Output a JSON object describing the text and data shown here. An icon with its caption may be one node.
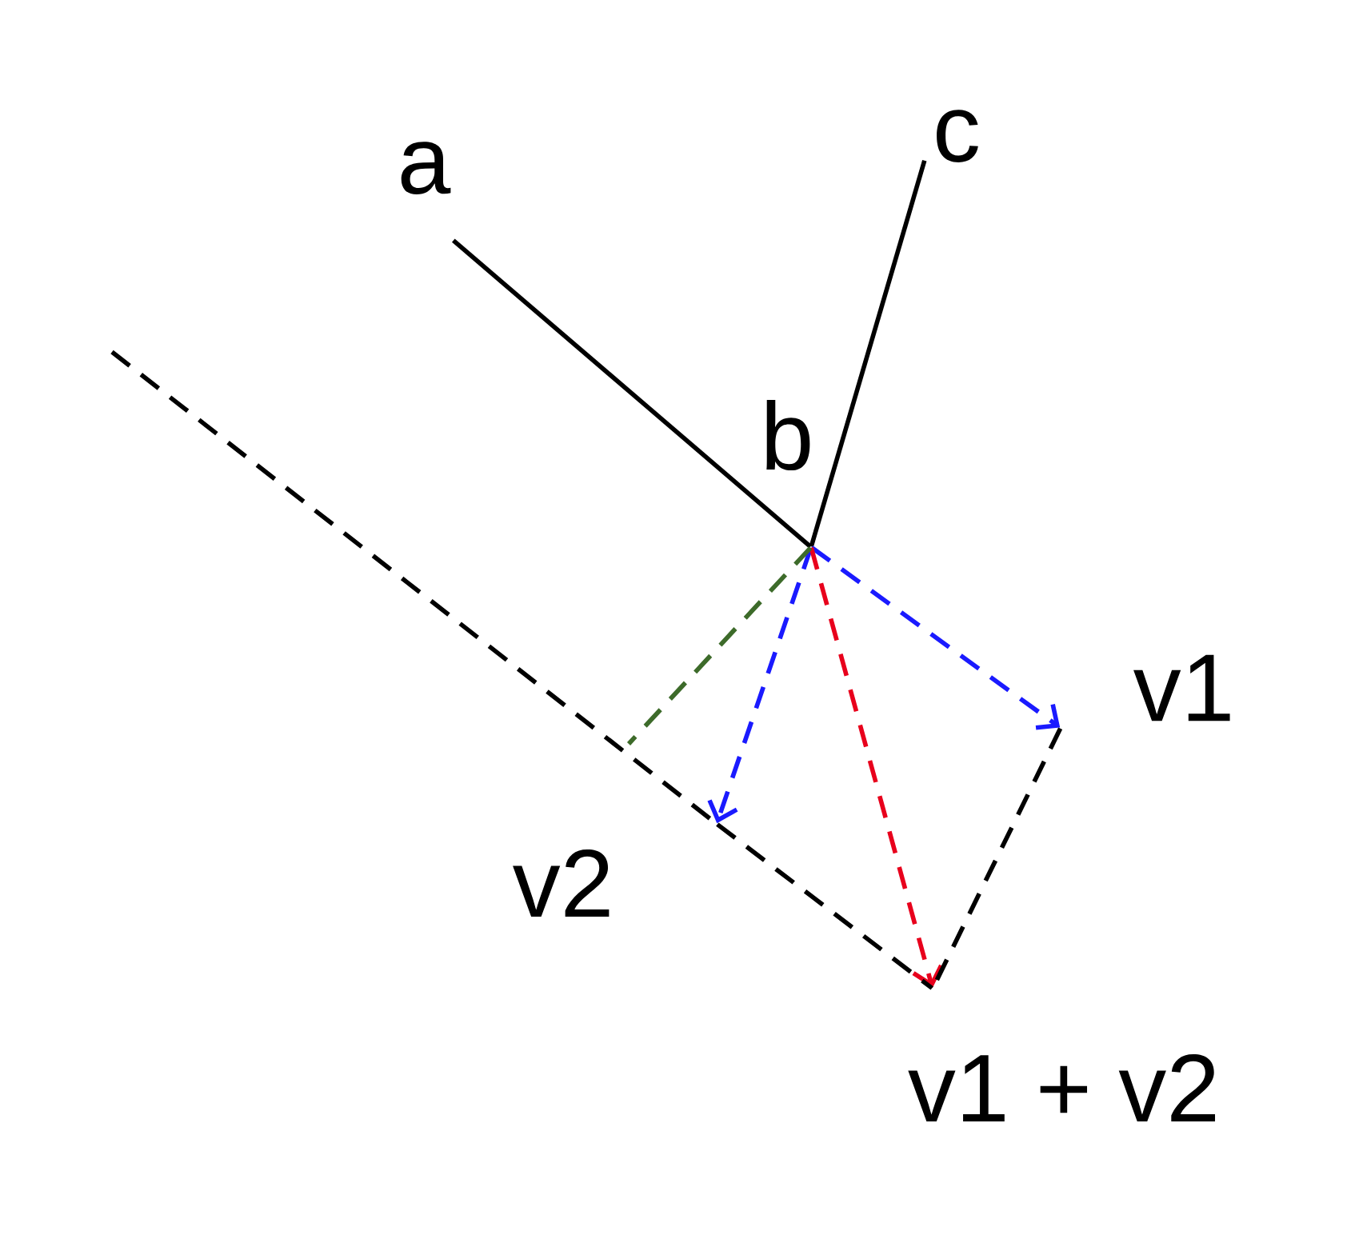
{
  "diagram": {
    "nodes": [
      {
        "text": [
          "a"
        ]
      },
      {
        "text": [
          "c"
        ]
      },
      {
        "text": [
          "b"
        ]
      },
      {
        "text": [
          "v1"
        ]
      },
      {
        "text": [
          "v2"
        ]
      },
      {
        "text": [
          "v1 + v2"
        ]
      }
    ],
    "edges": [
      {
        "from": 0,
        "to": 2,
        "arrow": "none"
      },
      {
        "from": 1,
        "to": 2,
        "arrow": "none"
      },
      {
        "from": 2,
        "to": 3,
        "arrow": "to",
        "style": "dashed",
        "color": "#1a1aff"
      },
      {
        "from": 2,
        "to": 4,
        "arrow": "to",
        "style": "dashed",
        "color": "#1a1aff"
      },
      {
        "from": 2,
        "to": 5,
        "arrow": "to",
        "style": "dashed",
        "color": "#e8001c"
      },
      {
        "from": 3,
        "to": 5,
        "arrow": "none",
        "style": "dashed"
      },
      {
        "from": null,
        "to": 4,
        "arrow": "none",
        "style": "dashed"
      },
      {
        "from": 4,
        "to": 5,
        "arrow": "none",
        "style": "dashed"
      },
      {
        "from": 2,
        "to": null,
        "arrow": "none",
        "style": "dashed",
        "color": "#3d6b2a"
      }
    ]
  }
}
